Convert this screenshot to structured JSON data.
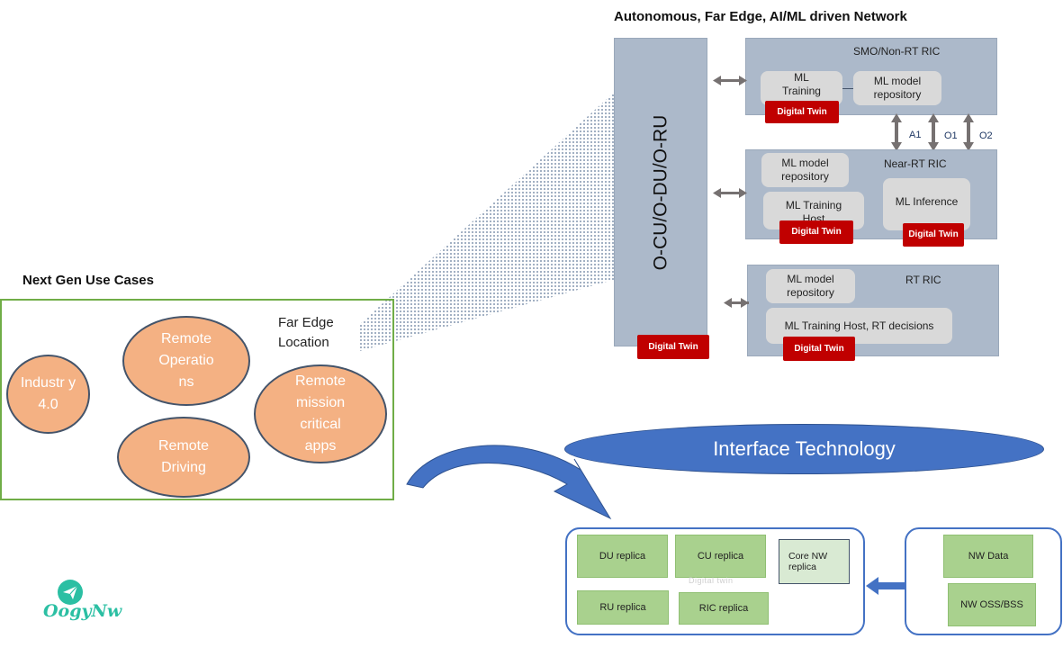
{
  "network": {
    "title": "Autonomous, Far Edge, AI/ML driven Network",
    "ocu_label": "O-CU/O-DU/O-RU",
    "digital_twin": "Digital Twin",
    "smo": {
      "label": "SMO/Non-RT RIC",
      "ml_training": "ML Training",
      "ml_model_repository": "ML model repository"
    },
    "interfaces": {
      "a1": "A1",
      "o1": "O1",
      "o2": "O2"
    },
    "near_rt": {
      "label": "Near-RT RIC",
      "ml_model_repository": "ML model repository",
      "ml_training_host": "ML Training Host",
      "ml_inference": "ML Inference"
    },
    "rt": {
      "label": "RT RIC",
      "ml_model_repository": "ML model repository",
      "ml_training_host": "ML Training Host, RT decisions"
    }
  },
  "use_cases": {
    "title": "Next Gen Use Cases",
    "far_edge": "Far Edge Location",
    "industry": "Industr y 4.0",
    "remote_operations": "Remote Operatio ns",
    "remote_mission": "Remote mission critical apps",
    "remote_driving": "Remote Driving"
  },
  "interface_technology": "Interface Technology",
  "replicas": {
    "du": "DU replica",
    "cu": "CU replica",
    "core": "Core NW replica",
    "ru": "RU replica",
    "ric": "RIC replica",
    "faint_text": "Digital twin"
  },
  "nw": {
    "data": "NW Data",
    "oss_bss": "NW OSS/BSS"
  },
  "logo": {
    "text": "OogyNw"
  },
  "colors": {
    "panel_gray": "#acb9ca",
    "digital_twin_red": "#c00000",
    "oval_orange": "#f4b183",
    "use_case_border": "#70ad47",
    "ellipse_blue": "#4472c4",
    "replica_green": "#a9d18e",
    "logo_teal": "#2bbfa3"
  }
}
